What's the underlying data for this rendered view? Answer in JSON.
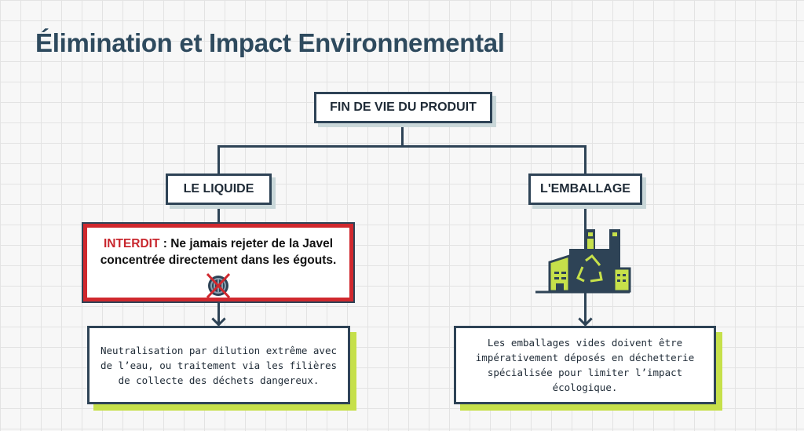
{
  "title": "Élimination et Impact Environnemental",
  "root": "FIN DE VIE DU PRODUIT",
  "left": {
    "label": "LE LIQUIDE",
    "warning_tag": "INTERDIT",
    "warning_text": " : Ne jamais rejeter de la Javel concentrée directement dans les égouts.",
    "description": "Neutralisation par dilution extrême avec de l’eau, ou traitement via les filières de collecte des déchets dangereux."
  },
  "right": {
    "label": "L'EMBALLAGE",
    "description": "Les emballages vides doivent être impérativement déposés en déchetterie spécialisée pour limiter l’impact écologique."
  },
  "colors": {
    "navy": "#2e4356",
    "lime": "#c6e04a",
    "red": "#d0282e"
  }
}
